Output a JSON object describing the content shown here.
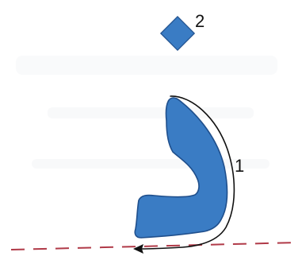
{
  "diagram": {
    "letter": "ذ",
    "steps": [
      {
        "number": "1",
        "meaning": "main stroke"
      },
      {
        "number": "2",
        "meaning": "dot"
      }
    ],
    "colors": {
      "letter_fill": "#3a7cc4",
      "letter_outline": "#1f4f8c",
      "arrow": "#111111",
      "baseline": "#b03a48",
      "background": "#ffffff"
    }
  }
}
